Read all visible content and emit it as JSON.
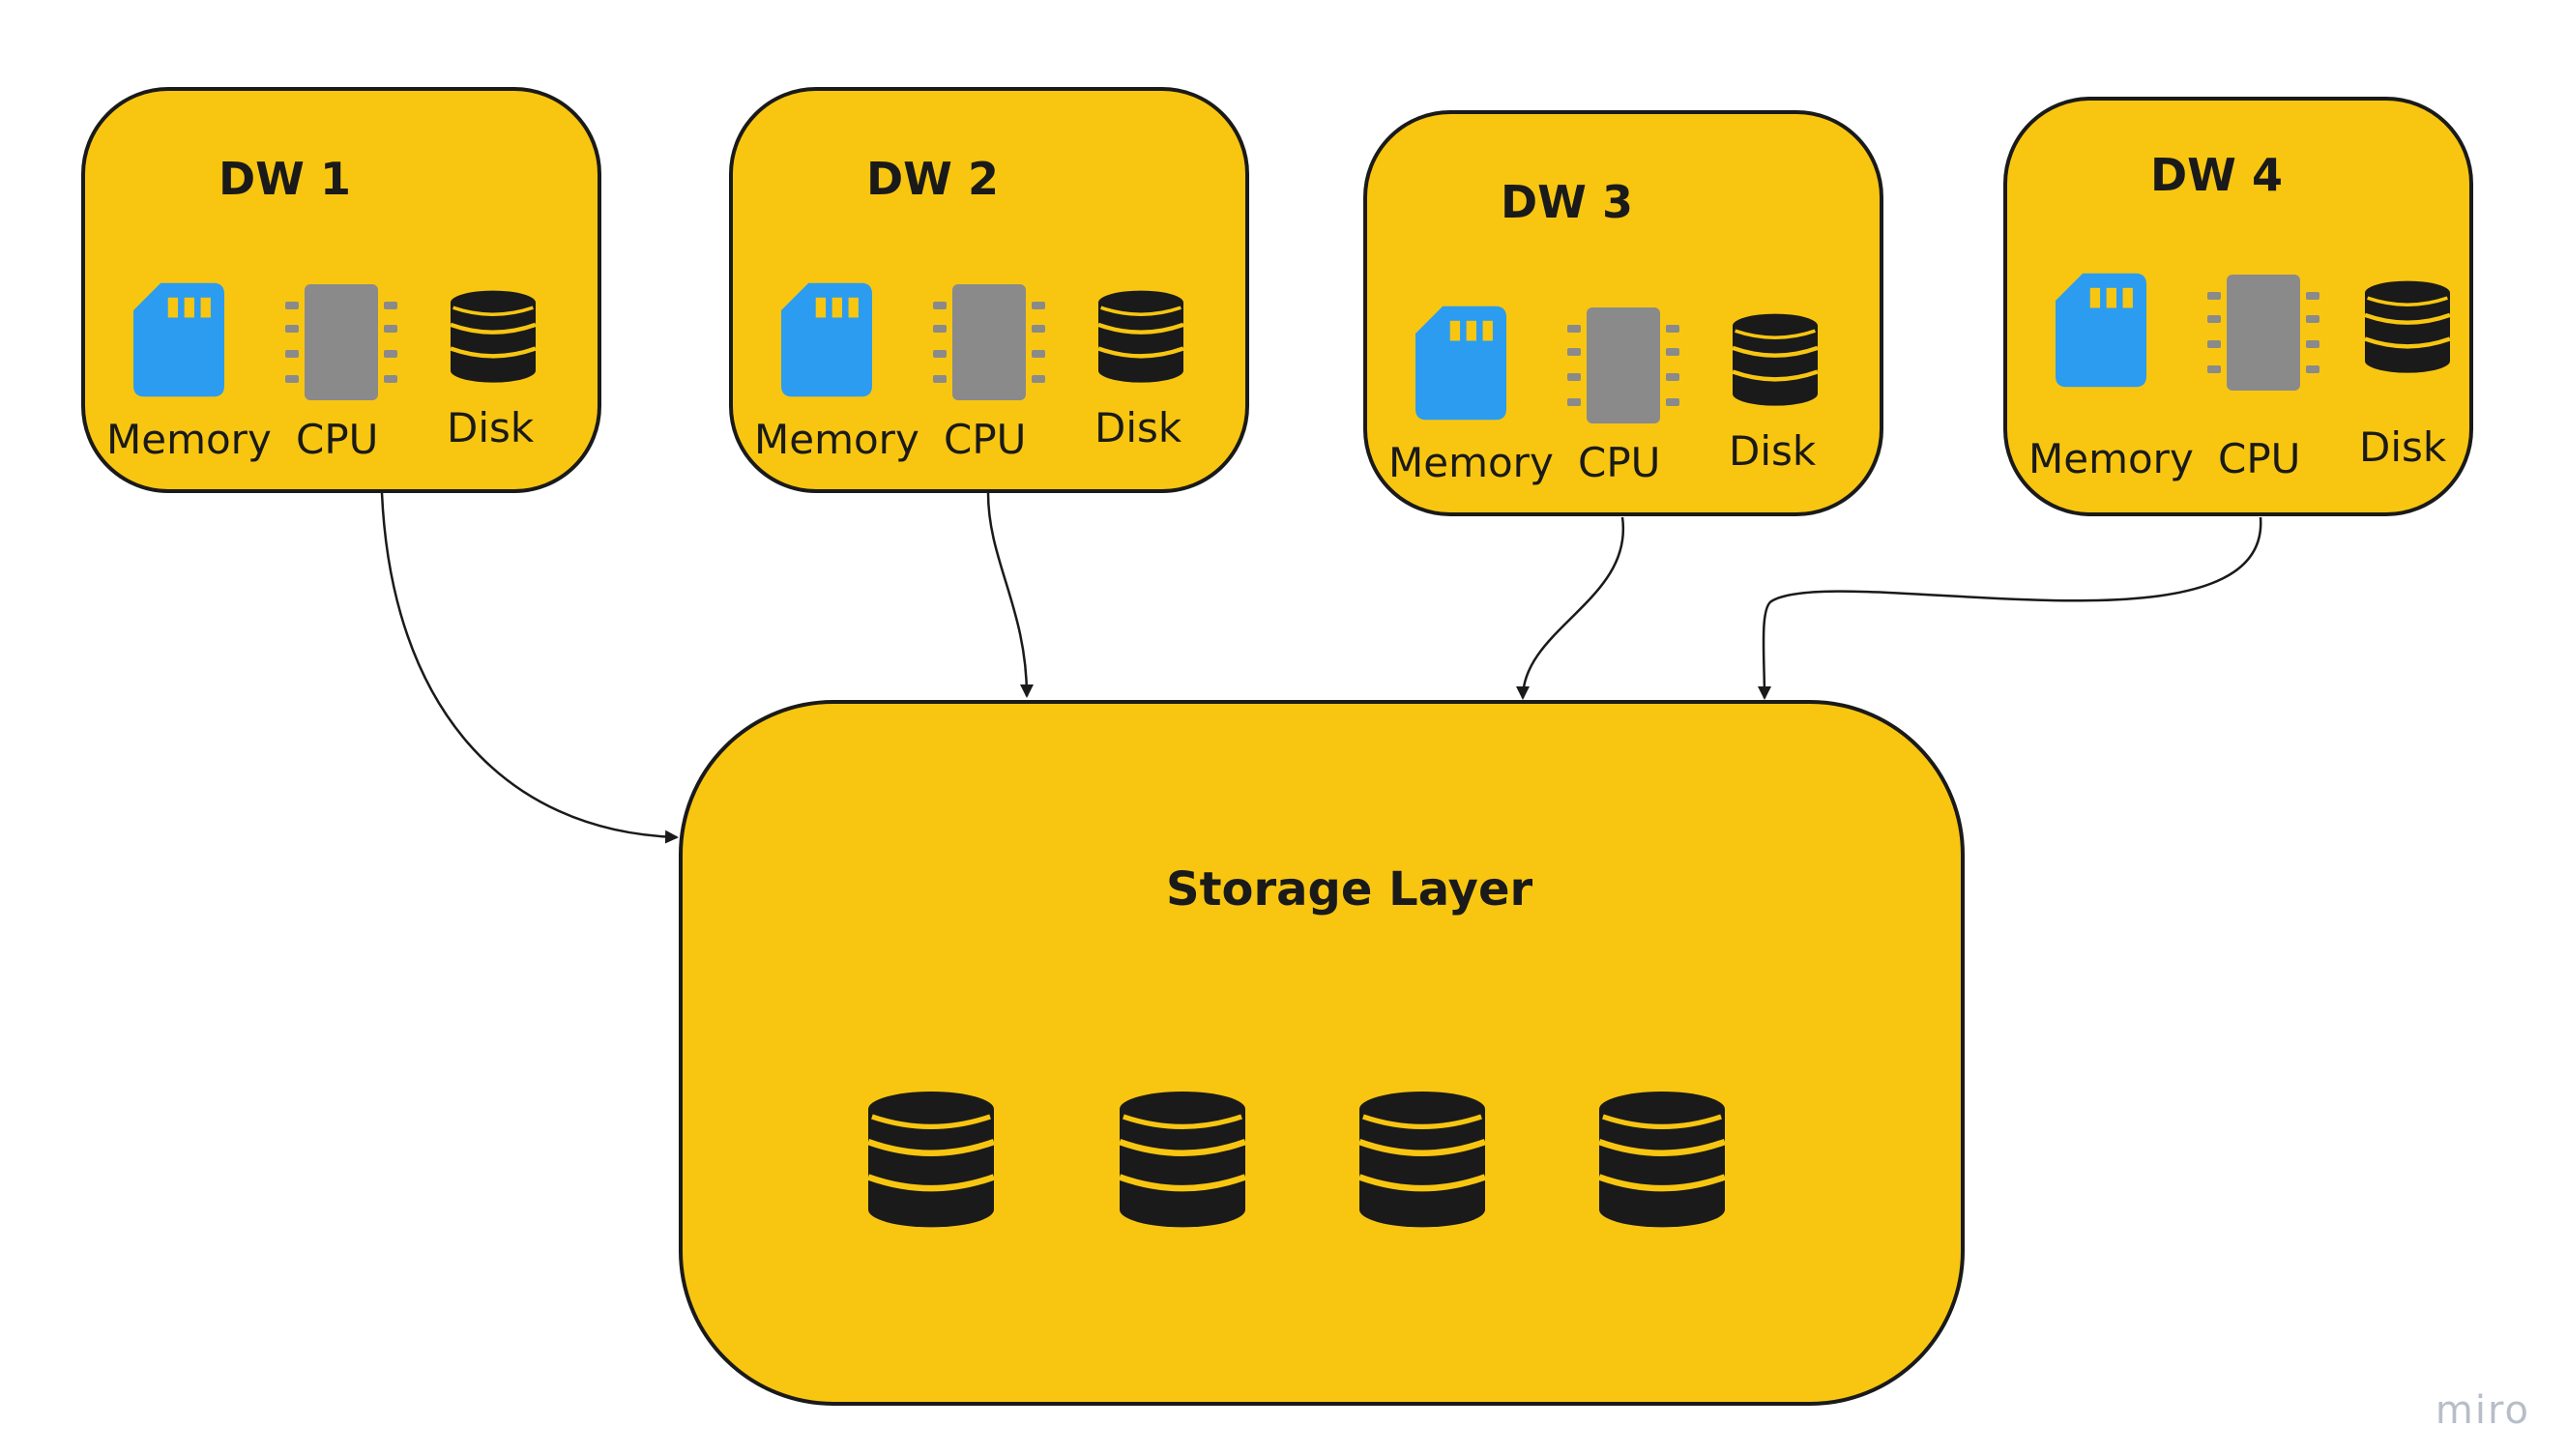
{
  "colors": {
    "node_fill": "#f8c611",
    "node_border": "#1a1a1a",
    "memory_icon": "#2b9cf0",
    "cpu_icon": "#8a8a8a",
    "disk_icon": "#1a1a1a",
    "disk_stripe": "#f8c611",
    "connector": "#1a1a1a",
    "watermark": "#b8bec8"
  },
  "warehouses": [
    {
      "title": "DW 1",
      "memory_label": "Memory",
      "cpu_label": "CPU",
      "disk_label": "Disk"
    },
    {
      "title": "DW 2",
      "memory_label": "Memory",
      "cpu_label": "CPU",
      "disk_label": "Disk"
    },
    {
      "title": "DW 3",
      "memory_label": "Memory",
      "cpu_label": "CPU",
      "disk_label": "Disk"
    },
    {
      "title": "DW 4",
      "memory_label": "Memory",
      "cpu_label": "CPU",
      "disk_label": "Disk"
    }
  ],
  "storage": {
    "title": "Storage Layer",
    "disk_icons": [
      "database-icon",
      "database-icon",
      "database-icon",
      "database-icon"
    ]
  },
  "icons": {
    "memory": "memory-card-icon",
    "cpu": "cpu-chip-icon",
    "disk": "database-icon"
  },
  "connectors": [
    {
      "from": "DW 1",
      "to": "Storage Layer"
    },
    {
      "from": "DW 2",
      "to": "Storage Layer"
    },
    {
      "from": "DW 3",
      "to": "Storage Layer"
    },
    {
      "from": "DW 4",
      "to": "Storage Layer"
    }
  ],
  "watermark": "miro"
}
